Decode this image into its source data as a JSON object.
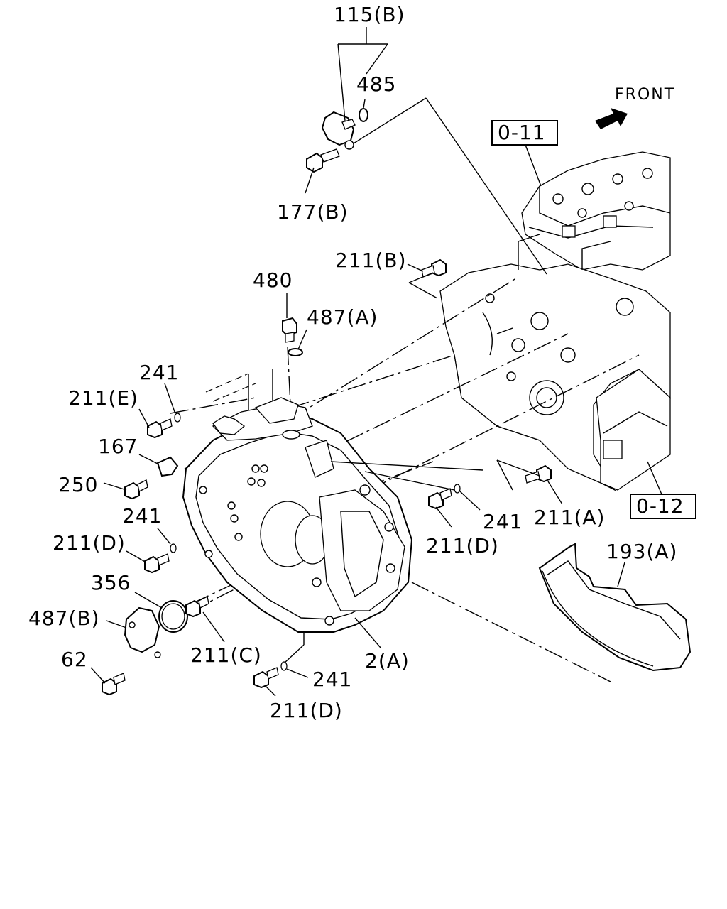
{
  "diagram": {
    "front_label": "FRONT",
    "refs": {
      "ref_0_11": "0-11",
      "ref_0_12": "0-12"
    },
    "callouts": {
      "c115B": "115(B)",
      "c485": "485",
      "c177B": "177(B)",
      "c211B": "211(B)",
      "c480": "480",
      "c487A": "487(A)",
      "c241_top": "241",
      "c211E": "211(E)",
      "c167": "167",
      "c250": "250",
      "c241_mid": "241",
      "c211D_left": "211(D)",
      "c356": "356",
      "c487B": "487(B)",
      "c62": "62",
      "c211C": "211(C)",
      "c2A": "2(A)",
      "c241_bottom": "241",
      "c211D_bottom": "211(D)",
      "c241_right": "241",
      "c211D_right": "211(D)",
      "c211A": "211(A)",
      "c193A": "193(A)"
    },
    "icons": {
      "front_arrow": "front-arrow-icon"
    }
  }
}
